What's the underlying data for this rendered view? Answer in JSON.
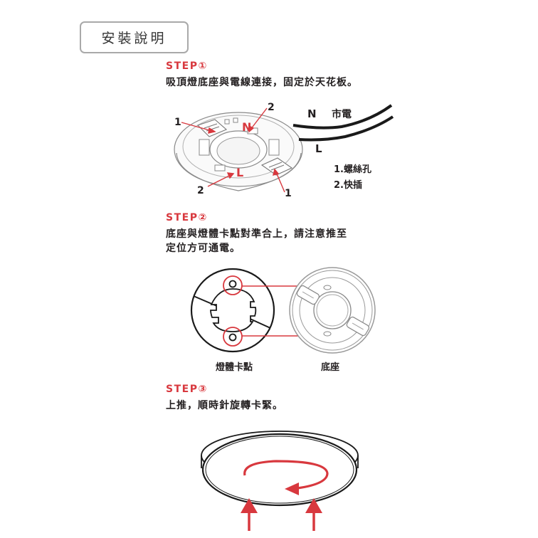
{
  "header": {
    "title": "安裝說明"
  },
  "steps": [
    {
      "label": "STEP①",
      "text": "吸頂燈底座與電線連接，固定於天花板。",
      "diagram": {
        "wire_label_n": "N",
        "wire_label_l": "L",
        "power_label": "市電",
        "terminal_n": "N",
        "terminal_l": "L",
        "callouts": [
          "1",
          "2",
          "2",
          "1"
        ],
        "legend": [
          "1.螺絲孔",
          "2.快插"
        ]
      }
    },
    {
      "label": "STEP②",
      "text_line1": "底座與燈體卡點對準合上，請注意推至",
      "text_line2": "定位方可通電。",
      "diagram": {
        "left_caption": "燈體卡點",
        "right_caption": "底座"
      }
    },
    {
      "label": "STEP③",
      "text": "上推，順時針旋轉卡緊。"
    }
  ],
  "colors": {
    "accent_red": "#d8383e",
    "text": "#231f20",
    "border": "#a9a9a9"
  }
}
